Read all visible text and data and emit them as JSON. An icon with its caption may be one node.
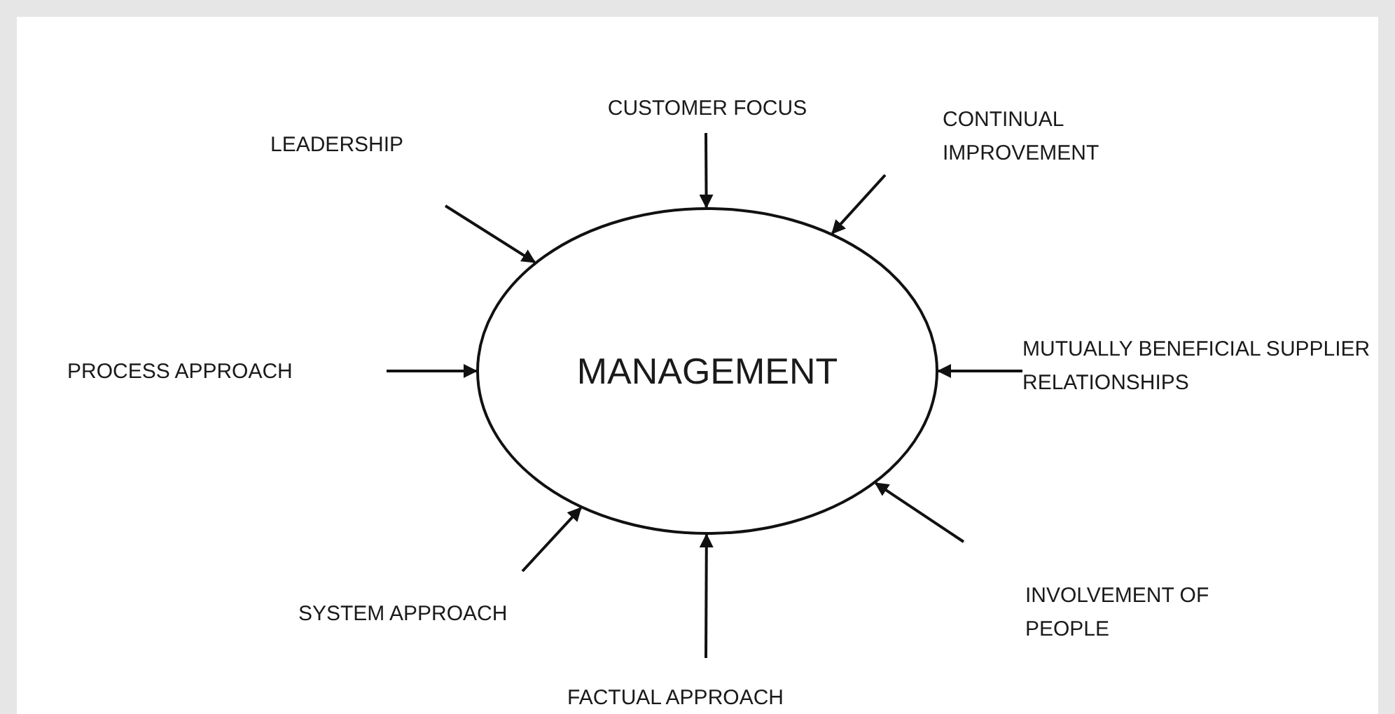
{
  "diagram": {
    "nodes": [
      {
        "text": [
          "MANAGEMENT"
        ]
      },
      {
        "text": [
          "CUSTOMER FOCUS"
        ]
      },
      {
        "text": [
          "CONTINUAL IMPROVEMENT"
        ]
      },
      {
        "text": [
          "LEADERSHIP"
        ]
      },
      {
        "text": [
          "PROCESS APPROACH"
        ]
      },
      {
        "text": [
          "MUTUALLY BENEFICIAL SUPPLIER RELATIONSHIPS"
        ]
      },
      {
        "text": [
          "SYSTEM APPROACH"
        ]
      },
      {
        "text": [
          "INVOLVEMENT OF PEOPLE"
        ]
      },
      {
        "text": [
          "FACTUAL APPROACH"
        ]
      }
    ],
    "edges": [
      {
        "from": 1,
        "to": 0,
        "arrow": "to"
      },
      {
        "from": 2,
        "to": 0,
        "arrow": "to"
      },
      {
        "from": 3,
        "to": 0,
        "arrow": "to"
      },
      {
        "from": 4,
        "to": 0,
        "arrow": "to"
      },
      {
        "from": 5,
        "to": 0,
        "arrow": "to"
      },
      {
        "from": 6,
        "to": 0,
        "arrow": "to"
      },
      {
        "from": 7,
        "to": 0,
        "arrow": "to"
      },
      {
        "from": 8,
        "to": 0,
        "arrow": "to"
      }
    ]
  }
}
